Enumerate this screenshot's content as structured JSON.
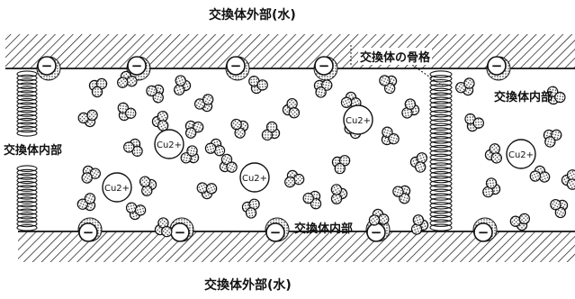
{
  "labels": {
    "exterior_top": "交換体外部(水)",
    "exterior_bottom": "交換体外部(水)",
    "skeleton": "交換体の骨格",
    "interior_left": "交換体内部",
    "interior_right": "交換体内部",
    "interior_center": "交換体内部"
  },
  "ion_label": "Cu2+",
  "charge_symbol": "−",
  "colors": {
    "ink": "#111111",
    "background": "#ffffff"
  }
}
